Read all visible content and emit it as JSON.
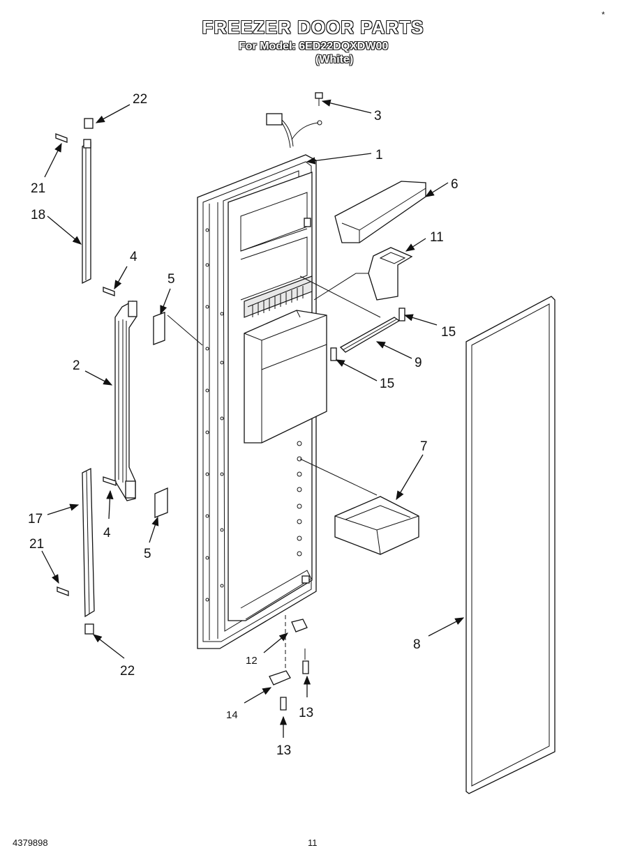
{
  "header": {
    "title": "FREEZER DOOR PARTS",
    "model_line": "For Model: 6ED22DQXDW00",
    "color_line": "(White)"
  },
  "footer": {
    "document_number": "4379898",
    "page_number": "11"
  },
  "corner_mark": "*",
  "callouts": {
    "c1": "1",
    "c2": "2",
    "c3": "3",
    "c4a": "4",
    "c4b": "4",
    "c5a": "5",
    "c5b": "5",
    "c6": "6",
    "c7": "7",
    "c8": "8",
    "c9": "9",
    "c11": "11",
    "c12": "12",
    "c13a": "13",
    "c13b": "13",
    "c14": "14",
    "c15a": "15",
    "c15b": "15",
    "c17": "17",
    "c18": "18",
    "c21a": "21",
    "c21b": "21",
    "c22a": "22",
    "c22b": "22"
  }
}
